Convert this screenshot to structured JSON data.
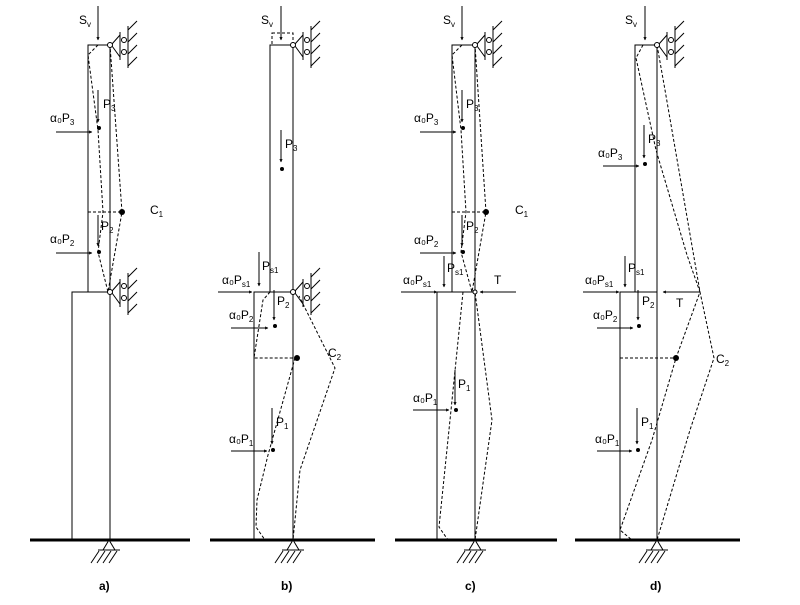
{
  "panels": [
    {
      "caption": "a)",
      "loads": {
        "sv": "S",
        "sv_sub": "v",
        "p3": "P",
        "p3_sub": "3",
        "p2": "P",
        "p2_sub": "2",
        "ap3": "α₀P",
        "ap3_sub": "3",
        "ap2": "α₀P",
        "ap2_sub": "2"
      },
      "points": {
        "c1": "C",
        "c1_sub": "1"
      }
    },
    {
      "caption": "b)",
      "loads": {
        "sv": "S",
        "sv_sub": "v",
        "p3": "P",
        "p3_sub": "3",
        "ps1": "P",
        "ps1_sub": "s1",
        "aps1": "α₀P",
        "aps1_sub": "s1",
        "p2": "P",
        "p2_sub": "2",
        "ap2": "α₀P",
        "ap2_sub": "2",
        "p1": "P",
        "p1_sub": "1",
        "ap1": "α₀P",
        "ap1_sub": "1"
      },
      "points": {
        "c2": "C",
        "c2_sub": "2"
      }
    },
    {
      "caption": "c)",
      "loads": {
        "sv": "S",
        "sv_sub": "v",
        "p3": "P",
        "p3_sub": "3",
        "ap3": "α₀P",
        "ap3_sub": "3",
        "p2": "P",
        "p2_sub": "2",
        "ap2": "α₀P",
        "ap2_sub": "2",
        "ps1": "P",
        "ps1_sub": "s1",
        "aps1": "α₀P",
        "aps1_sub": "s1",
        "t": "T",
        "p1": "P",
        "p1_sub": "1",
        "ap1": "α₀P",
        "ap1_sub": "1"
      },
      "points": {
        "c1": "C",
        "c1_sub": "1"
      }
    },
    {
      "caption": "d)",
      "loads": {
        "sv": "S",
        "sv_sub": "v",
        "p3": "P",
        "p3_sub": "3",
        "ap3": "α₀P",
        "ap3_sub": "3",
        "ps1": "P",
        "ps1_sub": "s1",
        "aps1": "α₀P",
        "aps1_sub": "s1",
        "p2": "P",
        "p2_sub": "2",
        "t": "T",
        "ap2": "α₀P",
        "ap2_sub": "2",
        "p1": "P",
        "p1_sub": "1",
        "ap1": "α₀P",
        "ap1_sub": "1"
      },
      "points": {
        "c2": "C",
        "c2_sub": "2"
      }
    }
  ]
}
